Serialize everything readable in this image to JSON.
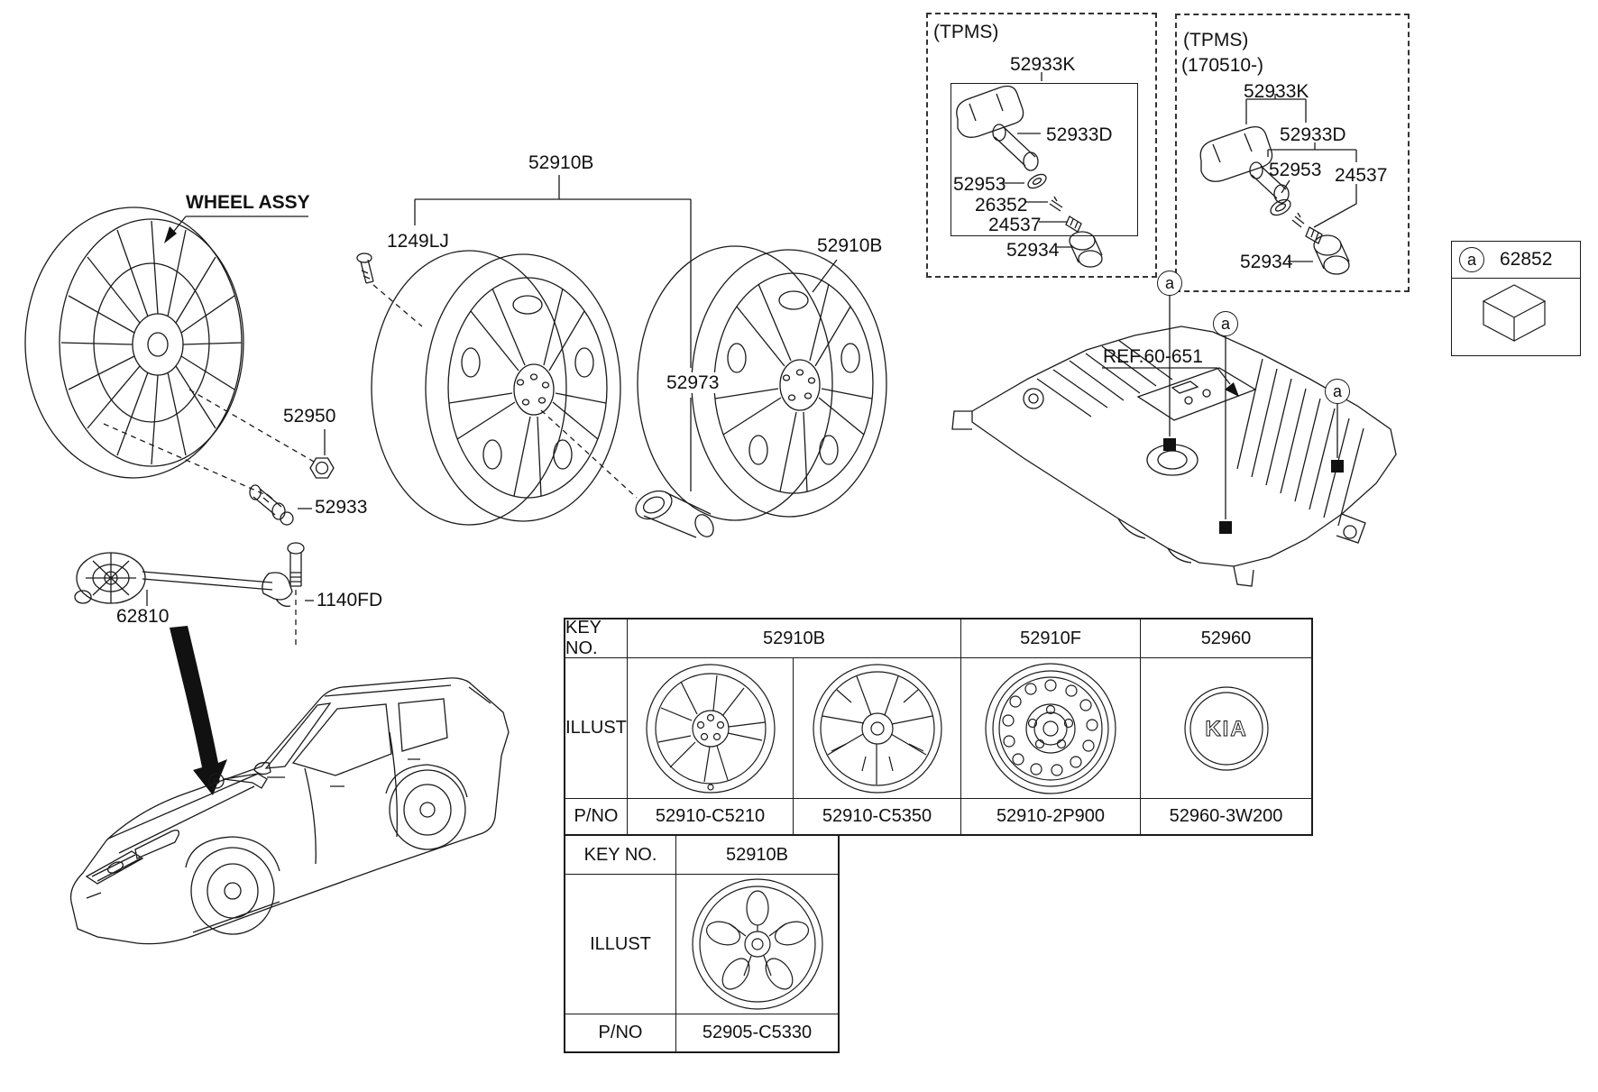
{
  "main_labels": {
    "wheel_assy": "WHEEL ASSY",
    "wheel_nut": "52950",
    "valve_stem": "52933",
    "wheel_1": "52910B",
    "hub_bolt": "1249LJ",
    "valve_cone": "52973",
    "wheel_2": "52910B",
    "spare_clamp": "62810",
    "clamp_bolt": "1140FD"
  },
  "tpms_box_1": {
    "title": "(TPMS)",
    "sensor_kit": "52933K",
    "sensor": "52933D",
    "grommet": "52953",
    "screw": "26352",
    "nut": "24537",
    "cap": "52934"
  },
  "tpms_box_2": {
    "title": "(TPMS)",
    "date_range": "(170510-)",
    "sensor_kit": "52933K",
    "sensor": "52933D",
    "grommet": "52953",
    "nut": "24537",
    "cap": "52934"
  },
  "inset": {
    "marker": "a",
    "part_no": "62852"
  },
  "floor": {
    "ref_label": "REF.60-651",
    "markers": [
      "a",
      "a",
      "a"
    ]
  },
  "wheel_table": {
    "key_no_label": "KEY NO.",
    "illust_label": "ILLUST",
    "pno_label": "P/NO",
    "header_keys": [
      "52910B",
      "52910F",
      "52960"
    ],
    "part_numbers": [
      "52910-C5210",
      "52910-C5350",
      "52910-2P900",
      "52960-3W200"
    ],
    "cap_logo": "KIA"
  },
  "wheel_table_2": {
    "key_no_label": "KEY NO.",
    "illust_label": "ILLUST",
    "pno_label": "P/NO",
    "header_key": "52910B",
    "part_number": "52905-C5330"
  }
}
